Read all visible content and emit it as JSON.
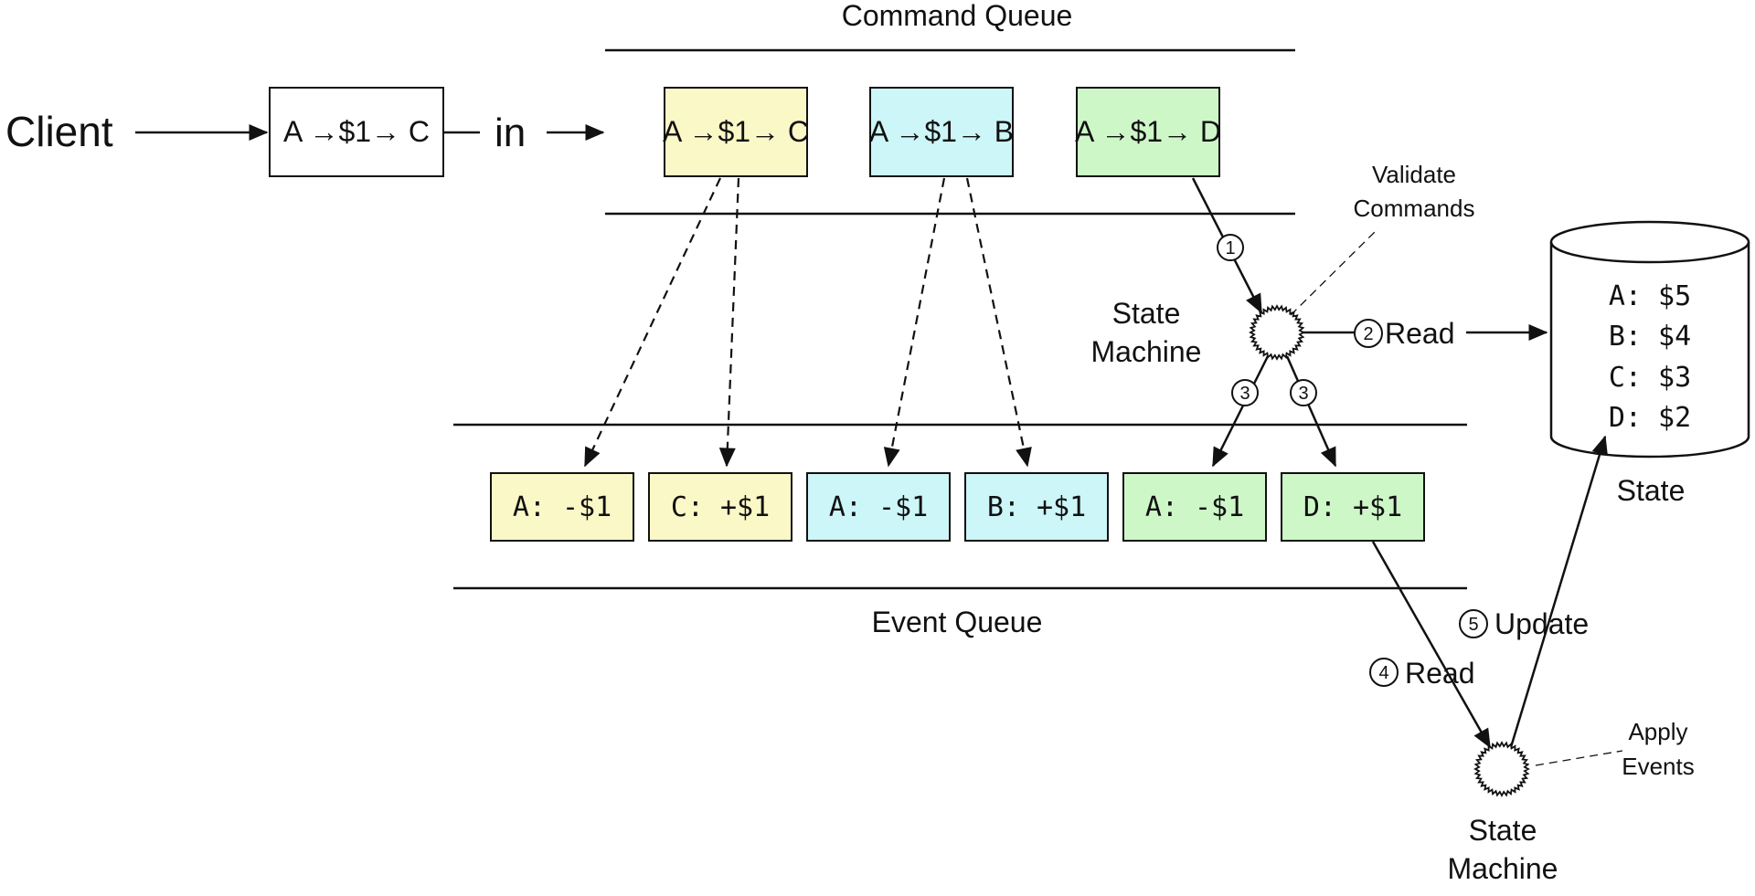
{
  "colors": {
    "yellow": "#FBF8C7",
    "cyan": "#CCF6F8",
    "green": "#CEF7C8",
    "white": "#FFFFFF",
    "stroke": "#111111"
  },
  "client": {
    "label": "Client"
  },
  "incoming_command": {
    "text": "A →$1→ C"
  },
  "in_label": "in",
  "command_queue": {
    "title": "Command Queue",
    "commands": [
      {
        "text": "A →$1→ C",
        "color": "yellow"
      },
      {
        "text": "A →$1→ B",
        "color": "cyan"
      },
      {
        "text": "A →$1→ D",
        "color": "green"
      }
    ]
  },
  "event_queue": {
    "title": "Event Queue",
    "events": [
      {
        "text": "A: -$1",
        "color": "yellow"
      },
      {
        "text": "C: +$1",
        "color": "yellow"
      },
      {
        "text": "A: -$1",
        "color": "cyan"
      },
      {
        "text": "B: +$1",
        "color": "cyan"
      },
      {
        "text": "A: -$1",
        "color": "green"
      },
      {
        "text": "D: +$1",
        "color": "green"
      }
    ]
  },
  "state_machine_top": {
    "label_line1": "State",
    "label_line2": "Machine",
    "note_line1": "Validate",
    "note_line2": "Commands"
  },
  "state_machine_bottom": {
    "label_line1": "State",
    "label_line2": "Machine",
    "note_line1": "Apply",
    "note_line2": "Events"
  },
  "state_store": {
    "label": "State",
    "entries": [
      "A:  $5",
      "B:  $4",
      "C:  $3",
      "D:  $2"
    ]
  },
  "steps": {
    "s1": {
      "number": "1"
    },
    "s2": {
      "number": "2",
      "text": "Read"
    },
    "s3a": {
      "number": "3"
    },
    "s3b": {
      "number": "3"
    },
    "s4": {
      "number": "4",
      "text": "Read"
    },
    "s5": {
      "number": "5",
      "text": "Update"
    }
  }
}
